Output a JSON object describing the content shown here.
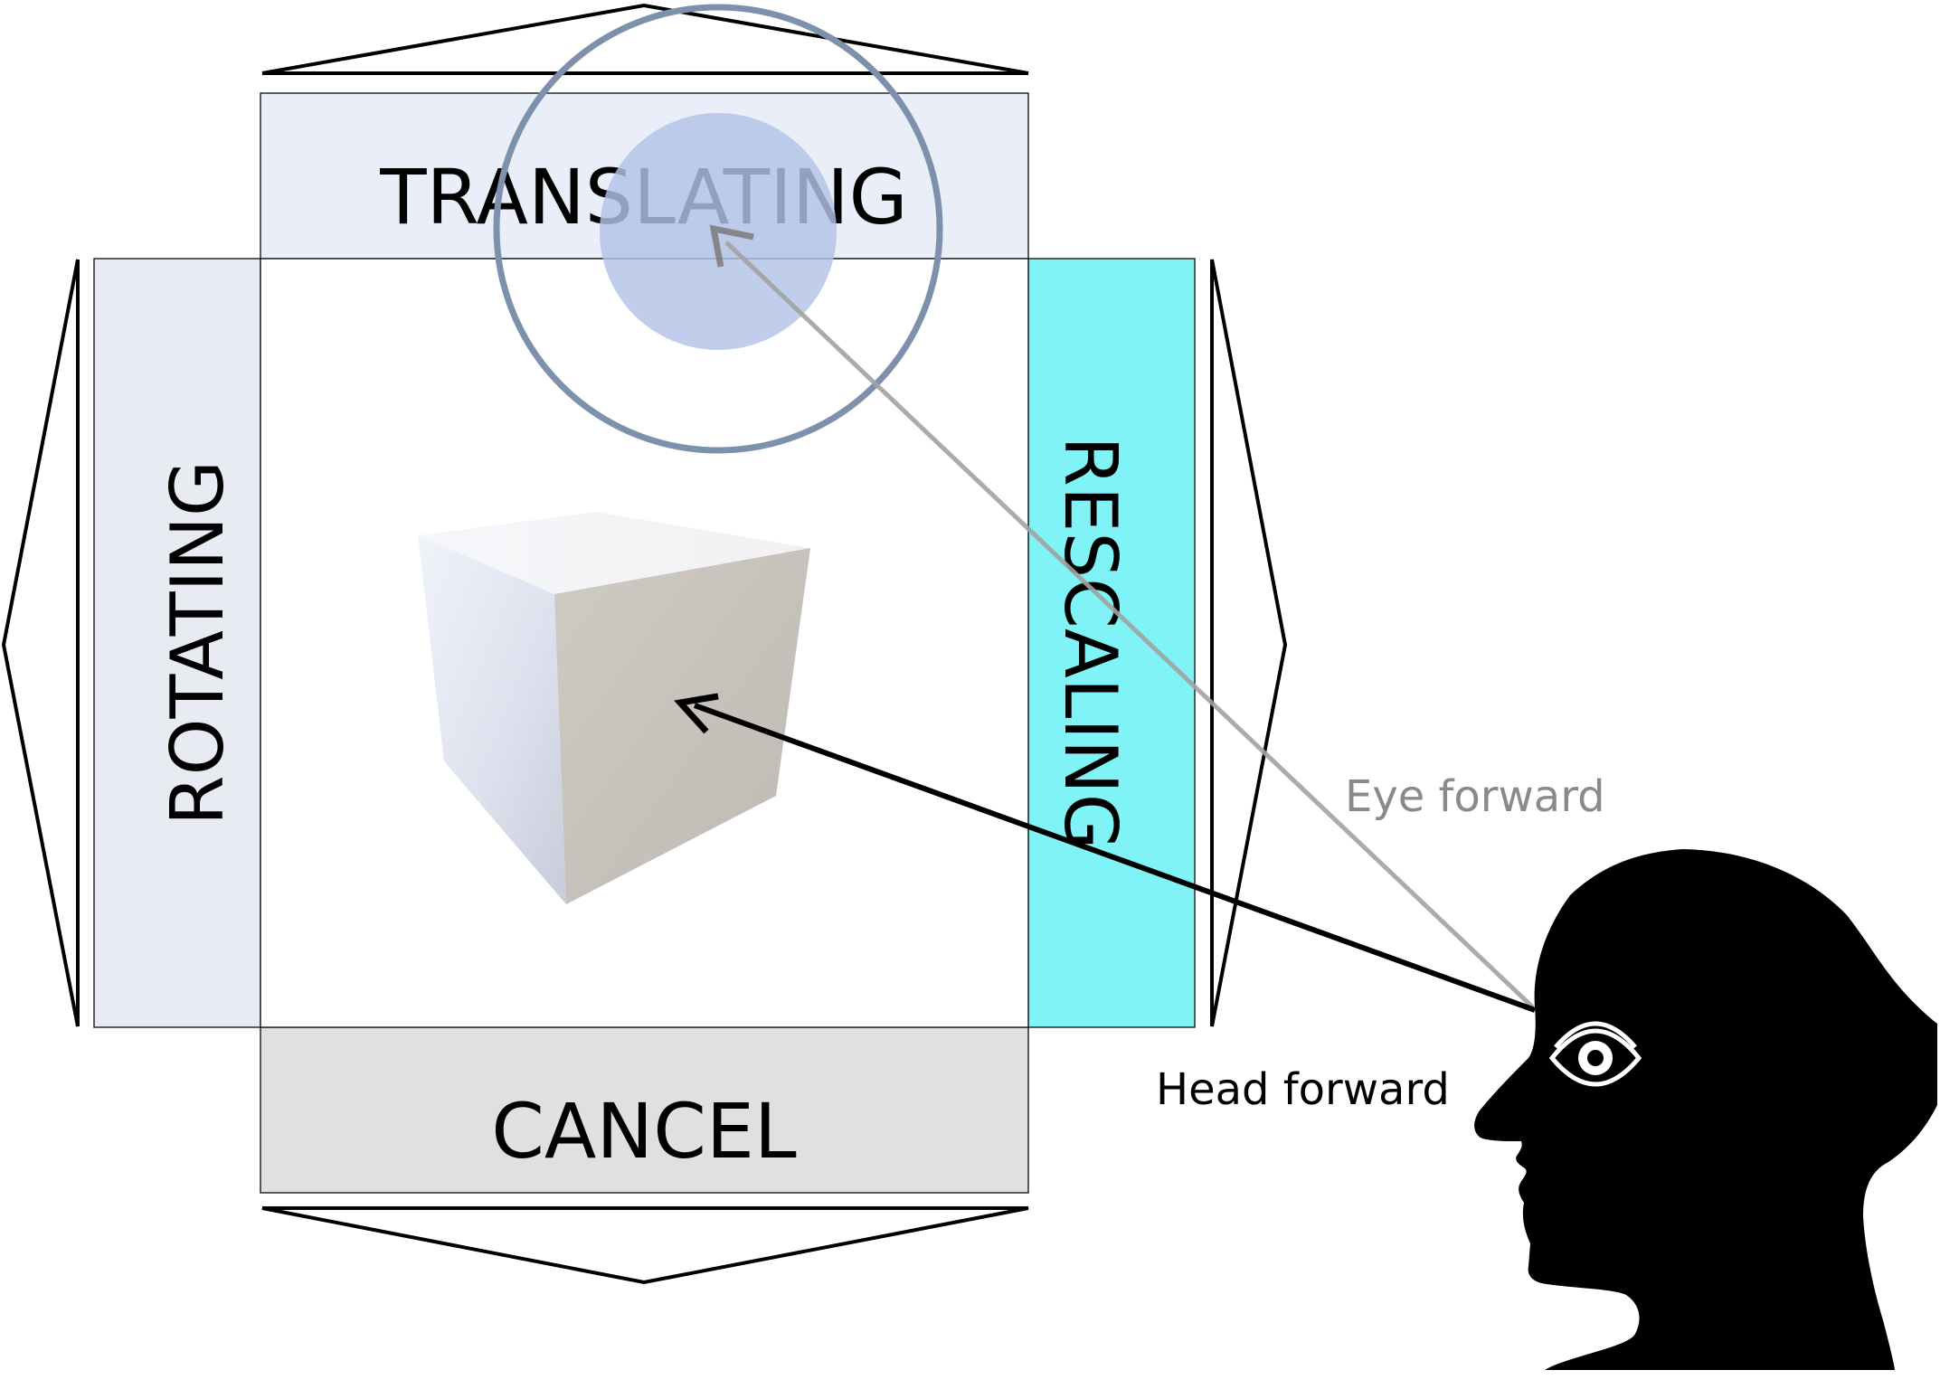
{
  "panels": {
    "top": {
      "label": "TRANSLATING",
      "fill": "#e9eef8"
    },
    "left": {
      "label": "ROTATING",
      "fill": "#e8ebf1"
    },
    "right": {
      "label": "RESCALING",
      "fill": "#7ff3f5"
    },
    "bottom": {
      "label": "CANCEL",
      "fill": "#e0e0e0"
    }
  },
  "rays": {
    "eye": {
      "label": "Eye forward",
      "color": "#a2a2a2"
    },
    "head": {
      "label": "Head forward",
      "color": "#000000"
    }
  },
  "gaze_cursor": {
    "outer_ring_color": "#7e91ac",
    "inner_dot_color": "#b3c3e6"
  },
  "icons": {
    "object": "cube-icon",
    "user": "head-silhouette-icon",
    "eye": "eye-icon"
  }
}
